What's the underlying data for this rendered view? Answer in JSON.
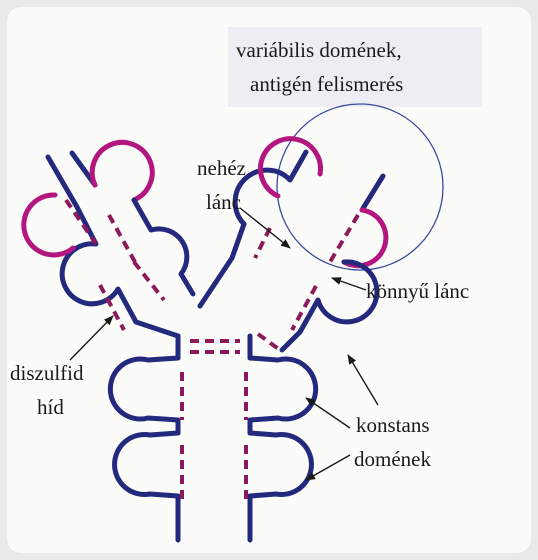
{
  "labels": {
    "variable_line1": "variábilis domének,",
    "variable_line2": "antigén felismerés",
    "heavy_line1": "nehéz",
    "heavy_line2": "lánc",
    "light_chain": "könnyű lánc",
    "disulfide_line1": "diszulfid",
    "disulfide_line2": "híd",
    "constant_line1": "konstans",
    "constant_line2": "domének"
  },
  "colors": {
    "heavy_chain": "#232a7e",
    "light_chain_variable": "#b3177f",
    "disulfide": "#8c1a5a",
    "antigen_circle": "#3b48a0",
    "label_box": "#eeedf4"
  }
}
